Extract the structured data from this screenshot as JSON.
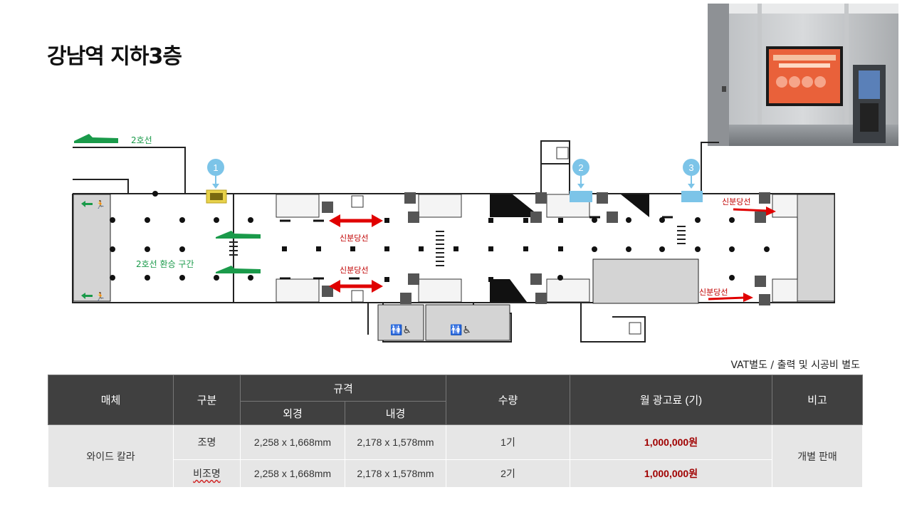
{
  "page": {
    "title": "강남역 지하3층",
    "vat_note": "VAT별도 / 출력 및 시공비 별도"
  },
  "map": {
    "line2_label": "2호선",
    "transfer_label": "2호선 환승 구간",
    "fare_line_label": "신분당선",
    "markers": [
      "1",
      "2",
      "3"
    ],
    "colors": {
      "marker": "#7cc4e8",
      "arrow_red": "#e00000",
      "arrow_green": "#1a9a4a",
      "ad_yellow": "#e8d24a"
    }
  },
  "table": {
    "headers": {
      "media": "매체",
      "type": "구분",
      "spec": "규격",
      "outer": "외경",
      "inner": "내경",
      "qty": "수량",
      "monthly_fee": "월 광고료 (기)",
      "note": "비고"
    },
    "media_name": "와이드 칼라",
    "note_value": "개별 판매",
    "rows": [
      {
        "type": "조명",
        "outer": "2,258 x 1,668mm",
        "inner": "2,178 x 1,578mm",
        "qty": "1기",
        "price": "1,000,000원"
      },
      {
        "type": "비조명",
        "outer": "2,258 x 1,668mm",
        "inner": "2,178 x 1,578mm",
        "qty": "2기",
        "price": "1,000,000원"
      }
    ]
  }
}
